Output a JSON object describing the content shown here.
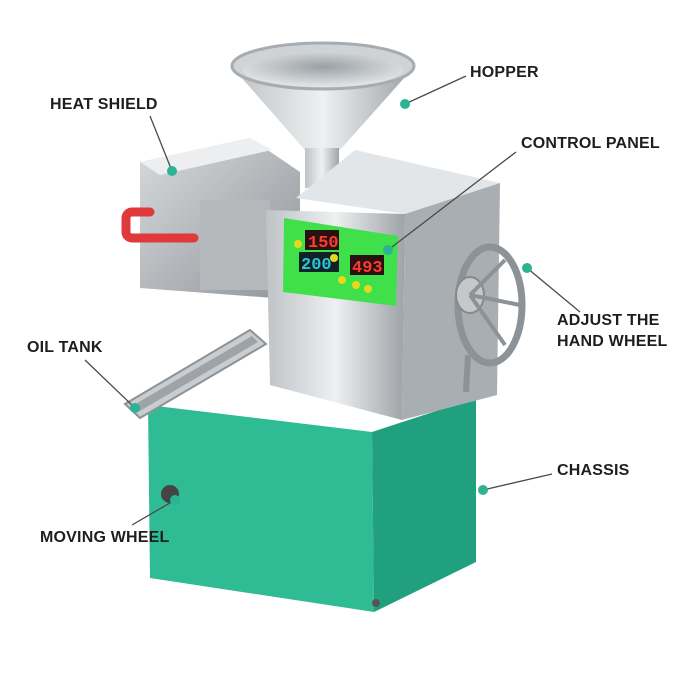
{
  "labels": {
    "hopper": "HOPPER",
    "heat_shield": "HEAT SHIELD",
    "control_panel": "CONTROL PANEL",
    "oil_tank": "OIL TANK",
    "hand_wheel_line1": "ADJUST THE",
    "hand_wheel_line2": "HAND WHEEL",
    "chassis": "CHASSIS",
    "moving_wheel": "MOVING WHEEL"
  },
  "panel": {
    "display_top": "150",
    "display_bottom": "200",
    "display_right": "493"
  },
  "colors": {
    "marker": "#2bb394",
    "chassis_front": "#2fbb93",
    "chassis_side": "#20a07e",
    "panel_bg": "#3fe04a",
    "display_red": "#ff3b2f",
    "display_cyan": "#27c6d6",
    "handle": "#e0393b"
  }
}
